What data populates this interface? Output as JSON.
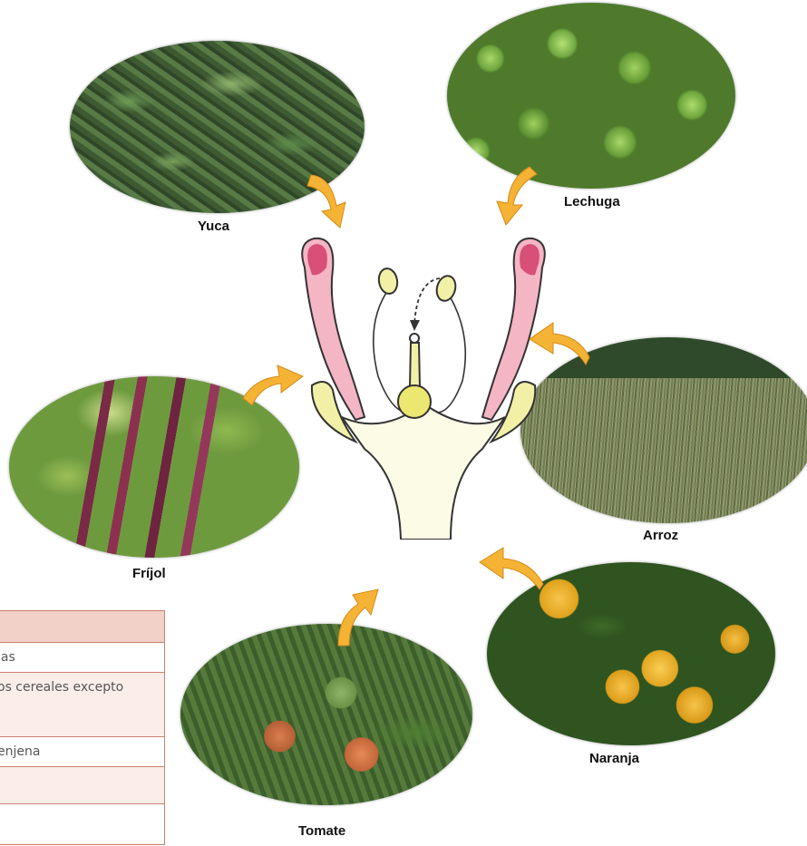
{
  "crops": [
    {
      "id": "yuca",
      "label": "Yuca"
    },
    {
      "id": "lechuga",
      "label": "Lechuga"
    },
    {
      "id": "frijol",
      "label": "Fríjol"
    },
    {
      "id": "arroz",
      "label": "Arroz"
    },
    {
      "id": "naranja",
      "label": "Naranja"
    },
    {
      "id": "tomate",
      "label": "Tomate"
    }
  ],
  "table": {
    "rows": [
      "",
      "jas",
      "os cereales excepto",
      "enjena",
      "",
      ""
    ]
  },
  "colors": {
    "arrow": "#f5b335",
    "petal": "#d84f78",
    "table_border": "#c9806f",
    "table_header": "#f2d2c8"
  }
}
